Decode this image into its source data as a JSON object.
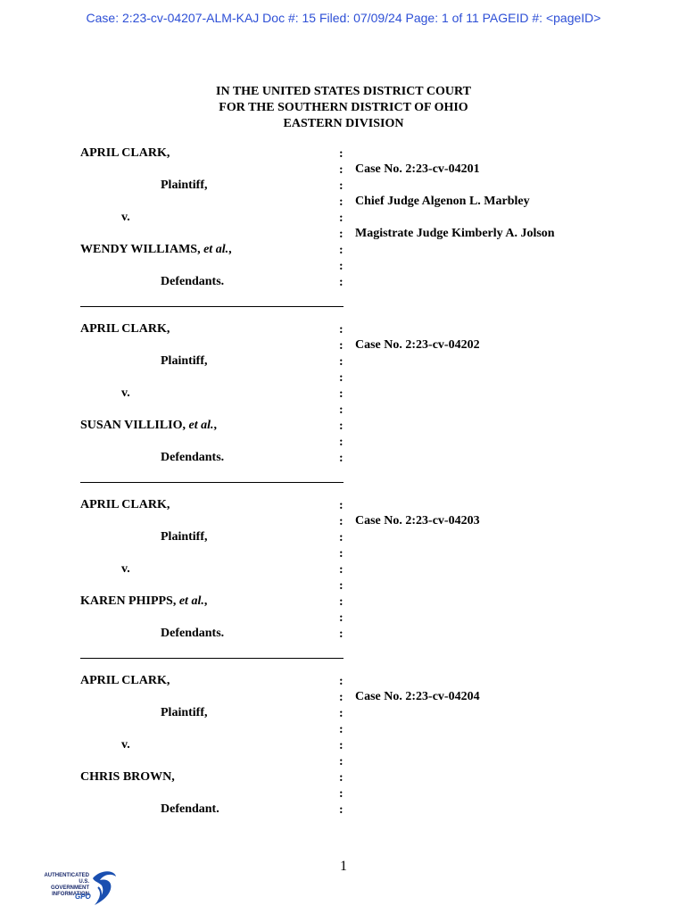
{
  "header": {
    "filing_line": "Case: 2:23-cv-04207-ALM-KAJ Doc #: 15 Filed: 07/09/24 Page: 1 of 11  PAGEID #: <pageID>"
  },
  "court": {
    "line1": "IN THE UNITED STATES DISTRICT COURT",
    "line2": "FOR THE SOUTHERN DISTRICT OF OHIO",
    "line3": "EASTERN DIVISION"
  },
  "cases": [
    {
      "plaintiff_name": "APRIL CLARK,",
      "plaintiff_role": "Plaintiff,",
      "versus": "v.",
      "defendant_name": "WENDY WILLIAMS, ",
      "defendant_suffix": "et al.",
      "defendant_comma": ",",
      "defendant_role": "Defendants.",
      "case_no": "Case No. 2:23-cv-04201",
      "chief_judge": "Chief Judge Algenon L. Marbley",
      "magistrate_judge": "Magistrate Judge Kimberly A. Jolson"
    },
    {
      "plaintiff_name": "APRIL CLARK,",
      "plaintiff_role": "Plaintiff,",
      "versus": "v.",
      "defendant_name": "SUSAN VILLILIO, ",
      "defendant_suffix": "et al.",
      "defendant_comma": ",",
      "defendant_role": "Defendants.",
      "case_no": "Case No. 2:23-cv-04202"
    },
    {
      "plaintiff_name": "APRIL CLARK,",
      "plaintiff_role": "Plaintiff,",
      "versus": "v.",
      "defendant_name": "KAREN PHIPPS, ",
      "defendant_suffix": "et al.",
      "defendant_comma": ",",
      "defendant_role": "Defendants.",
      "case_no": "Case No. 2:23-cv-04203"
    },
    {
      "plaintiff_name": "APRIL CLARK,",
      "plaintiff_role": "Plaintiff,",
      "versus": "v.",
      "defendant_name": "CHRIS BROWN,",
      "defendant_suffix": "",
      "defendant_comma": "",
      "defendant_role": "Defendant.",
      "case_no": "Case No. 2:23-cv-04204"
    }
  ],
  "colon_char": ":",
  "footer": {
    "page_number": "1",
    "logo_text_1": "AUTHENTICATED",
    "logo_text_2": "U.S. GOVERNMENT",
    "logo_text_3": "INFORMATION",
    "logo_mark": "GPO"
  },
  "colors": {
    "header_blue": "#2d4fd6",
    "logo_blue": "#1a4fb0"
  }
}
